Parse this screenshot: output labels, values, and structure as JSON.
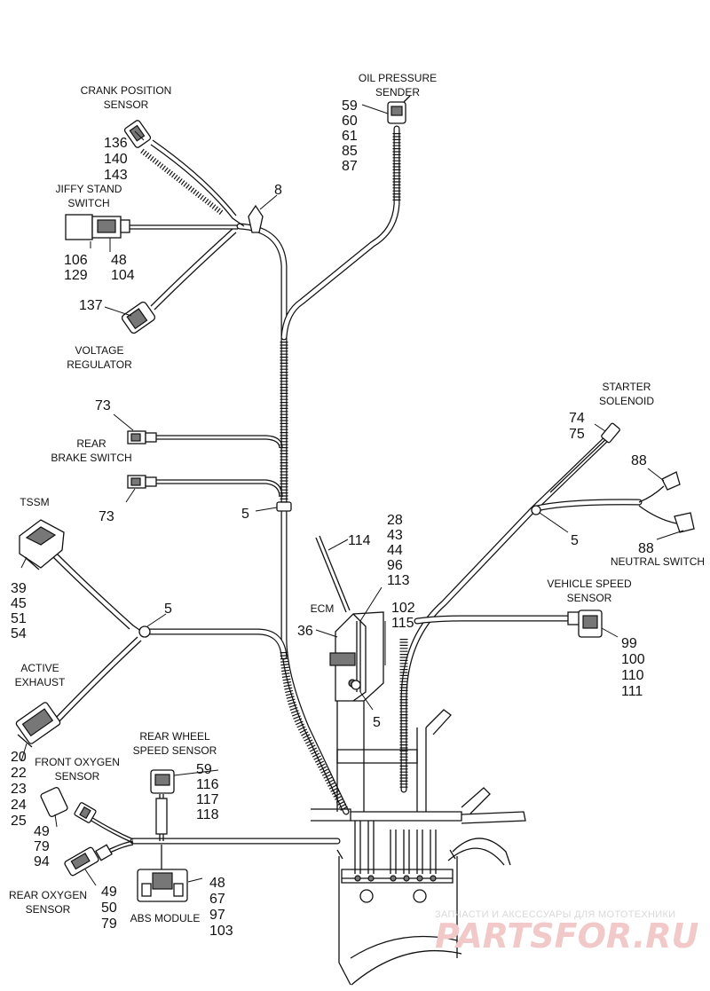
{
  "labels": {
    "crank_position_sensor": [
      "CRANK POSITION",
      "SENSOR"
    ],
    "oil_pressure_sender": [
      "OIL PRESSURE",
      "SENDER"
    ],
    "jiffy_stand_switch": [
      "JIFFY STAND",
      "SWITCH"
    ],
    "voltage_regulator": [
      "VOLTAGE",
      "REGULATOR"
    ],
    "rear_brake_switch": [
      "REAR",
      "BRAKE SWITCH"
    ],
    "tssm": [
      "TSSM"
    ],
    "active_exhaust": [
      "ACTIVE",
      "EXHAUST"
    ],
    "front_oxygen_sensor": [
      "FRONT OXYGEN",
      "SENSOR"
    ],
    "rear_oxygen_sensor": [
      "REAR OXYGEN",
      "SENSOR"
    ],
    "rear_wheel_speed_sensor": [
      "REAR WHEEL",
      "SPEED SENSOR"
    ],
    "abs_module": [
      "ABS MODULE"
    ],
    "ecm": [
      "ECM"
    ],
    "starter_solenoid": [
      "STARTER",
      "SOLENOID"
    ],
    "neutral_switch": [
      "NEUTRAL SWITCH"
    ],
    "vehicle_speed_sensor": [
      "VEHICLE SPEED",
      "SENSOR"
    ]
  },
  "callouts": {
    "crank": [
      "136",
      "140",
      "143"
    ],
    "oil": [
      "59",
      "60",
      "61",
      "85",
      "87"
    ],
    "clip_top": [
      "8"
    ],
    "jiffy_left": [
      "106",
      "129"
    ],
    "jiffy_right": [
      "48",
      "104"
    ],
    "regulator": [
      "137"
    ],
    "brake_top": [
      "73"
    ],
    "brake_bottom": [
      "73"
    ],
    "clamp_center": [
      "5"
    ],
    "tssm": [
      "39",
      "45",
      "51",
      "54"
    ],
    "clamp_left": [
      "5"
    ],
    "exhaust": [
      "20",
      "22",
      "23",
      "24",
      "25"
    ],
    "front_o2": [
      "49",
      "79",
      "94"
    ],
    "rear_o2": [
      "49",
      "50",
      "79"
    ],
    "wheel_speed": [
      "59",
      "116",
      "117",
      "118"
    ],
    "abs": [
      "48",
      "67",
      "97",
      "103"
    ],
    "ecm_strap": [
      "114"
    ],
    "ecm_top": [
      "28",
      "43",
      "44",
      "96",
      "113"
    ],
    "ecm_right": [
      "102",
      "115"
    ],
    "ecm_left": [
      "36"
    ],
    "clamp_ecm": [
      "5"
    ],
    "starter": [
      "74",
      "75"
    ],
    "neutral_top": [
      "88"
    ],
    "neutral_bottom": [
      "88"
    ],
    "clamp_right": [
      "5"
    ],
    "vss": [
      "99",
      "100",
      "110",
      "111"
    ]
  },
  "watermark": {
    "tagline": "ЗАПЧАСТИ И АКСЕССУАРЫ ДЛЯ МОТОТЕХНИКИ",
    "brand": "PARTSFOR.RU"
  }
}
